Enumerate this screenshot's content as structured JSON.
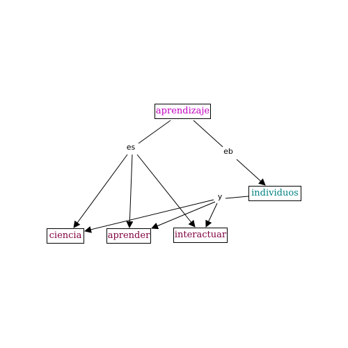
{
  "colors": {
    "main_concept": "#c000c0",
    "group_concept": "#008080",
    "leaf_concept": "#800040",
    "line": "#000000"
  },
  "concepts": {
    "aprendizaje": "aprendizaje",
    "individuos": "individuos",
    "ciencia": "ciencia",
    "aprender": "aprender",
    "interactuar": "interactuar"
  },
  "linking_phrases": {
    "es": "es",
    "eb": "eb",
    "y": "y"
  },
  "connections": [
    {
      "from": "aprendizaje",
      "to": "es"
    },
    {
      "from": "aprendizaje",
      "to": "eb"
    },
    {
      "from": "eb",
      "to": "individuos"
    },
    {
      "from": "es",
      "to": "ciencia"
    },
    {
      "from": "es",
      "to": "aprender"
    },
    {
      "from": "es",
      "to": "interactuar"
    },
    {
      "from": "individuos",
      "to": "y"
    },
    {
      "from": "y",
      "to": "ciencia"
    },
    {
      "from": "y",
      "to": "aprender"
    },
    {
      "from": "y",
      "to": "interactuar"
    }
  ]
}
